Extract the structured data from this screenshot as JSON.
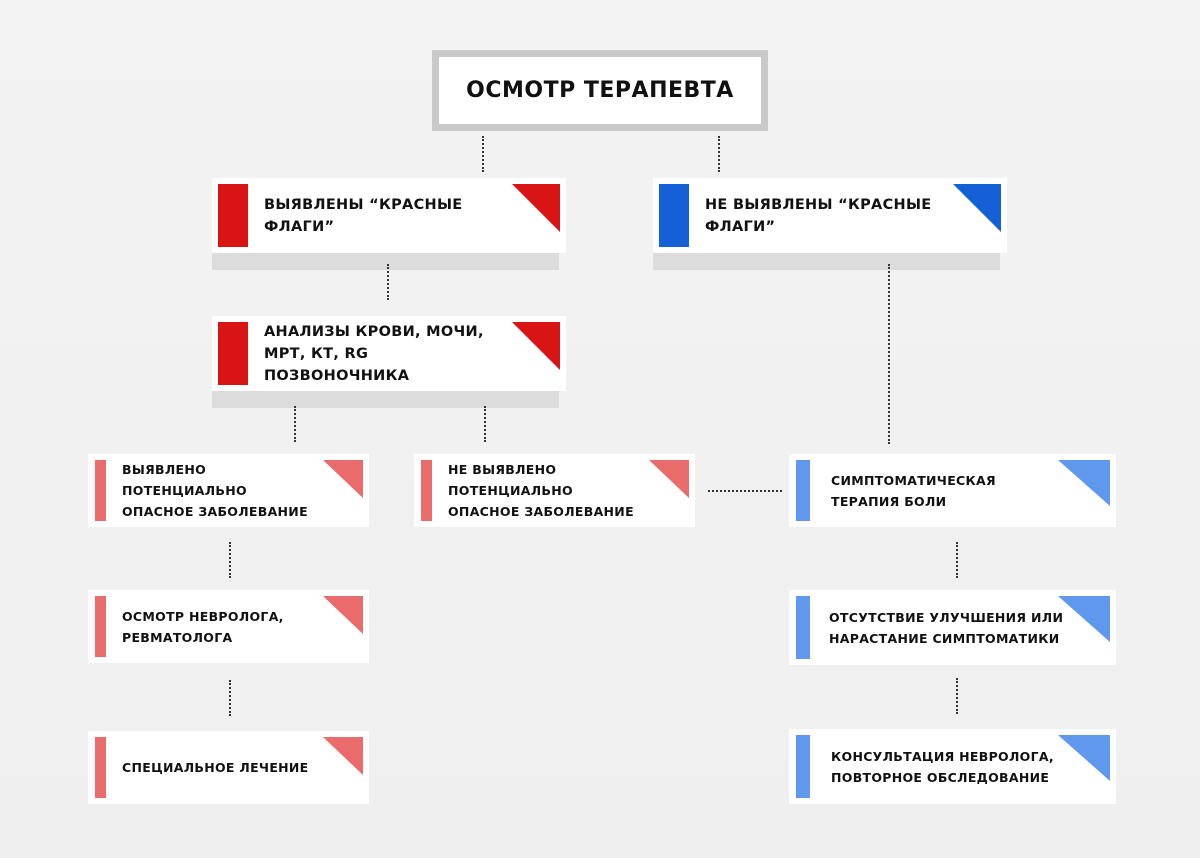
{
  "title": "ОСМОТР ТЕРАПЕВТА",
  "colors": {
    "red_strong": "#d91414",
    "blue_strong": "#1560d6",
    "red_light": "#ea6b6b",
    "blue_light": "#5f98ec"
  },
  "nodes": {
    "red_flags_found": "ВЫЯВЛЕНЫ “КРАСНЫЕ ФЛАГИ”",
    "red_flags_not_found": "НЕ ВЫЯВЛЕНЫ “КРАСНЫЕ ФЛАГИ”",
    "tests": "АНАЛИЗЫ КРОВИ, МОЧИ, МРТ, КТ, RG ПОЗВОНОЧНИКА",
    "dangerous_found": "ВЫЯВЛЕНО ПОТЕНЦИАЛЬНО ОПАСНОЕ ЗАБОЛЕВАНИЕ",
    "dangerous_not_found": "НЕ ВЫЯВЛЕНО ПОТЕНЦИАЛЬНО ОПАСНОЕ ЗАБОЛЕВАНИЕ",
    "neuro_rheum_exam": "ОСМОТР НЕВРОЛОГА, РЕВМАТОЛОГА",
    "special_treatment": "СПЕЦИАЛЬНОЕ ЛЕЧЕНИЕ",
    "symptomatic_therapy": "СИМПТОМАТИЧЕСКАЯ ТЕРАПИЯ БОЛИ",
    "no_improvement": "ОТСУТСТВИЕ УЛУЧШЕНИЯ ИЛИ НАРАСТАНИЕ СИМПТОМАТИКИ",
    "neuro_consult": "КОНСУЛЬТАЦИЯ НЕВРОЛОГА, ПОВТОРНОЕ ОБСЛЕДОВАНИЕ"
  }
}
